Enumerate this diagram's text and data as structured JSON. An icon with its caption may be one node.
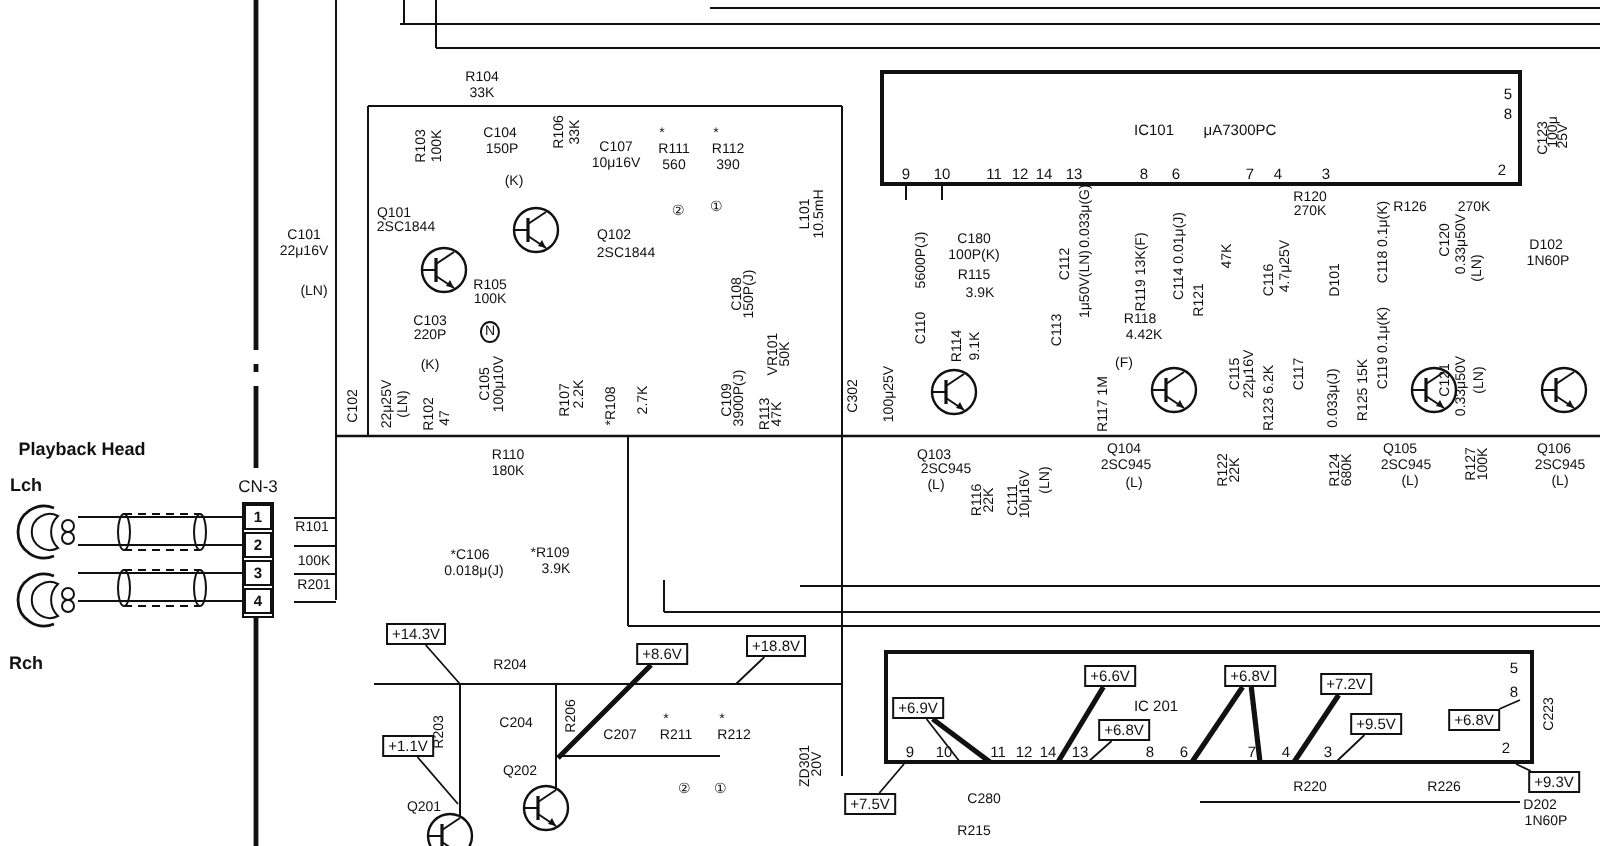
{
  "diagram": {
    "nodes": [
      {
        "text": [
          "IC101",
          "μA7300PC",
          "9",
          "10",
          "11",
          "12",
          "14",
          "13",
          "8",
          "6",
          "7",
          "4",
          "3",
          "5",
          "8",
          "2"
        ]
      },
      {
        "text": [
          "CN-3"
        ]
      },
      {
        "text": [
          "1"
        ],
        "in": 1
      },
      {
        "text": [
          "2"
        ],
        "in": 1
      },
      {
        "text": [
          "3"
        ],
        "in": 1
      },
      {
        "text": [
          "4"
        ],
        "in": 1
      },
      {
        "text": [],
        "shape": "picture"
      },
      {
        "text": [],
        "shape": "picture"
      },
      {
        "text": [
          "+14.3V"
        ]
      },
      {
        "text": [
          "+8.6V"
        ]
      },
      {
        "text": [
          "+18.8V"
        ]
      },
      {
        "text": [
          "IC 201",
          "9",
          "10",
          "11",
          "12",
          "14",
          "13",
          "8",
          "6",
          "7",
          "4",
          "3",
          "5",
          "8",
          "2"
        ]
      },
      {
        "text": [
          "+6.6V"
        ],
        "in": 11
      },
      {
        "text": [
          "+6.8V"
        ],
        "in": 11
      },
      {
        "text": [
          "+7.2V"
        ],
        "in": 11
      },
      {
        "text": [
          "+6.9V"
        ],
        "in": 11
      },
      {
        "text": [
          "+6.8V"
        ],
        "in": 11
      },
      {
        "text": [
          "+9.5V"
        ],
        "in": 11
      },
      {
        "text": [
          "+6.8V"
        ],
        "in": 11
      },
      {
        "text": [
          "+1.1V"
        ]
      },
      {
        "text": [
          "+9.3V"
        ]
      },
      {
        "text": [
          "+7.5V"
        ]
      }
    ],
    "edges": [
      {
        "from": 6,
        "to": 2,
        "arrow": "none"
      },
      {
        "from": 6,
        "to": 3,
        "arrow": "none"
      },
      {
        "from": 7,
        "to": 4,
        "arrow": "none"
      },
      {
        "from": 7,
        "to": 5,
        "arrow": "none"
      },
      {
        "from": 8,
        "to": null,
        "arrow": "none"
      },
      {
        "from": 19,
        "to": null,
        "arrow": "none"
      },
      {
        "from": 9,
        "to": null,
        "arrow": "none",
        "style": "thick"
      },
      {
        "from": 10,
        "to": null,
        "arrow": "none"
      },
      {
        "from": 21,
        "to": 11,
        "arrow": "none"
      },
      {
        "from": 15,
        "to": null,
        "arrow": "none"
      },
      {
        "from": 15,
        "to": null,
        "arrow": "none",
        "style": "thick"
      },
      {
        "from": 12,
        "to": null,
        "arrow": "none",
        "style": "thick"
      },
      {
        "from": 16,
        "to": null,
        "arrow": "none"
      },
      {
        "from": 13,
        "to": null,
        "arrow": "none",
        "style": "thick"
      },
      {
        "from": 13,
        "to": null,
        "arrow": "none",
        "style": "thick"
      },
      {
        "from": 14,
        "to": null,
        "arrow": "none",
        "style": "thick"
      },
      {
        "from": 17,
        "to": null,
        "arrow": "none"
      },
      {
        "from": 18,
        "to": null,
        "arrow": "none"
      },
      {
        "from": 20,
        "to": 11,
        "arrow": "none"
      }
    ],
    "labels": [
      "R104",
      "33K",
      "R106",
      "33K",
      "R103",
      "100K",
      "C104",
      "150P",
      "(K)",
      "C107",
      "10μ16V",
      "*",
      "R111",
      "560",
      "*",
      "R112",
      "390",
      "②",
      "①",
      "L101",
      "10.5mH",
      "Q101",
      "2SC1844",
      "Q102",
      "2SC1844",
      "C101",
      "22μ16V",
      "(LN)",
      "R105",
      "100K",
      "N",
      "C103",
      "220P",
      "(K)",
      "C105",
      "100μ10V",
      "C102",
      "22μ25V",
      "(LN)",
      "R102",
      "47",
      "R107",
      "2.2K",
      "*R108",
      "2.7K",
      "C108",
      "150P(J)",
      "VR101",
      "50K",
      "C109",
      "3900P(J)",
      "R113",
      "47K",
      "C302",
      "100μ25V",
      "C180",
      "100P(K)",
      "R115",
      "3.9K",
      "5600P(J)",
      "C110",
      "R114",
      "9.1K",
      "0.033μ(G)",
      "C112",
      "1μ50V(LN)",
      "C113",
      "R119 13K(F)",
      "C114 0.01μ(J)",
      "R121",
      "47K",
      "R120",
      "270K",
      "R126",
      "270K",
      "C116",
      "4.7μ25V",
      "D101",
      "C118 0.1μ(K)",
      "C120",
      "0.33μ50V",
      "(LN)",
      "D102",
      "1N60P",
      "R118",
      "4.42K",
      "(F)",
      "C115",
      "22μ16V",
      "C117",
      "0.033μ(J)",
      "C119 0.1μ(K)",
      "R125 15K",
      "C121",
      "0.33μ50V",
      "(LN)",
      "R117 1M",
      "R123 6.2K",
      "C123",
      "100μ",
      "25V",
      "Q103",
      "2SC945",
      "(L)",
      "Q104",
      "2SC945",
      "(L)",
      "Q105",
      "2SC945",
      "(L)",
      "Q106",
      "2SC945",
      "(L)",
      "R110",
      "180K",
      "R116",
      "22K",
      "C111",
      "10μ16V",
      "(LN)",
      "R122",
      "22K",
      "R124",
      "680K",
      "R127",
      "100K",
      "Playback Head",
      "Lch",
      "R101",
      "100K",
      "*C106",
      "0.018μ(J)",
      "*R109",
      "3.9K",
      "R201",
      "Rch",
      "R204",
      "R203",
      "C204",
      "Q201",
      "Q202",
      "R206",
      "C207",
      "*",
      "R211",
      "*",
      "R212",
      "②",
      "①",
      "ZD301",
      "20V",
      "C280",
      "R215",
      "R220",
      "R226",
      "D202",
      "1N60P",
      "C223"
    ]
  }
}
